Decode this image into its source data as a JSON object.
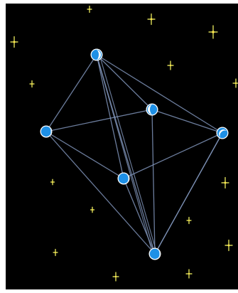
{
  "game": {
    "theme": "starfield",
    "background_color": "#000000",
    "edge_color": "#7f93b8",
    "node_fill": "#1e90e6",
    "node_ring": "#ffffff",
    "node_highlight": "#ffffff",
    "star_color": "#ffff66",
    "star_glow": "#ffe94d"
  },
  "puzzle": {
    "node_count": 7,
    "edge_count": 15,
    "nodes": [
      {
        "id": "n1",
        "phase": "waning"
      },
      {
        "id": "n2",
        "phase": "crescent"
      },
      {
        "id": "n3",
        "phase": "waxing"
      },
      {
        "id": "n4",
        "phase": "crescent"
      },
      {
        "id": "n5",
        "phase": "crescent"
      },
      {
        "id": "n6",
        "phase": "full"
      },
      {
        "id": "n7",
        "phase": "waning"
      }
    ],
    "edges": [
      [
        "n1",
        "n2"
      ],
      [
        "n1",
        "n3"
      ],
      [
        "n1",
        "n4"
      ],
      [
        "n1",
        "n6"
      ],
      [
        "n1",
        "n7"
      ],
      [
        "n2",
        "n3"
      ],
      [
        "n2",
        "n4"
      ],
      [
        "n2",
        "n5"
      ],
      [
        "n3",
        "n6"
      ],
      [
        "n3",
        "n7"
      ],
      [
        "n4",
        "n6"
      ],
      [
        "n4",
        "n7"
      ],
      [
        "n5",
        "n6"
      ],
      [
        "n5",
        "n7"
      ],
      [
        "n6",
        "n7"
      ]
    ]
  }
}
